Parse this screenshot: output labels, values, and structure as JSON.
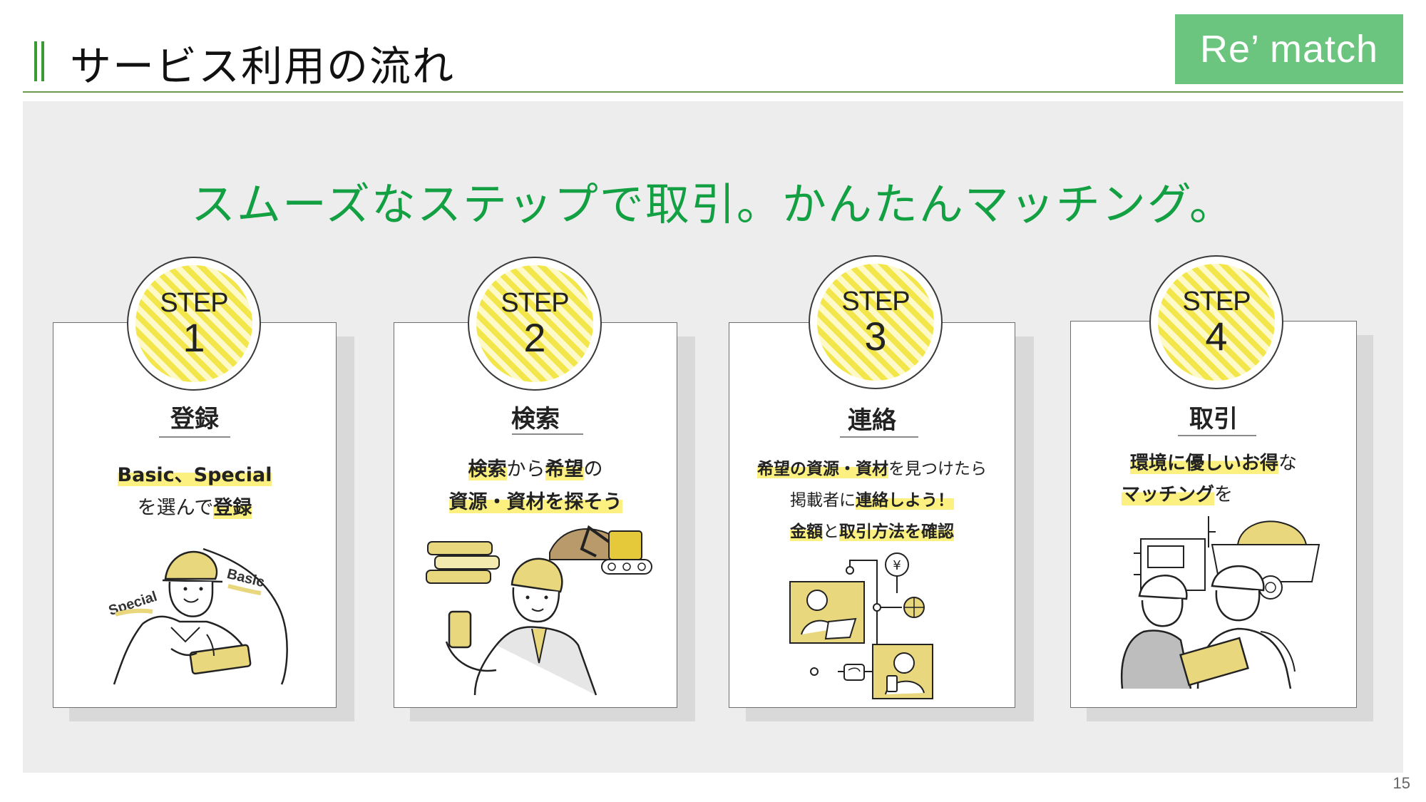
{
  "header": {
    "title": "サービス利用の流れ",
    "brand": "Re’ match"
  },
  "headline": "スムーズなステップで取引。かんたんマッチング。",
  "steps": [
    {
      "label": "STEP",
      "number": "1",
      "title": "登録",
      "lines": [
        [
          {
            "text": "Basic、Special",
            "hl": true
          }
        ],
        [
          {
            "text": "を選んで",
            "hl": false
          },
          {
            "text": "登録",
            "hl": true
          }
        ]
      ],
      "illus_labels": [
        "Special",
        "Basic"
      ]
    },
    {
      "label": "STEP",
      "number": "2",
      "title": "検索",
      "lines": [
        [
          {
            "text": "検索",
            "hl": true
          },
          {
            "text": "から",
            "hl": false
          },
          {
            "text": "希望",
            "hl": true
          },
          {
            "text": "の",
            "hl": false
          }
        ],
        [
          {
            "text": "資源・資材を探そう",
            "hl": true
          }
        ]
      ]
    },
    {
      "label": "STEP",
      "number": "3",
      "title": "連絡",
      "lines": [
        [
          {
            "text": "希望の資源・資材",
            "hl": true
          },
          {
            "text": "を見つけたら",
            "hl": false
          }
        ],
        [
          {
            "text": "掲載者に",
            "hl": false
          },
          {
            "text": "連絡しよう！",
            "hl": true
          }
        ],
        [
          {
            "text": "金額",
            "hl": true
          },
          {
            "text": "と",
            "hl": false
          },
          {
            "text": "取引方法を確認",
            "hl": true
          }
        ]
      ],
      "illus_labels": [
        "¥"
      ]
    },
    {
      "label": "STEP",
      "number": "4",
      "title": "取引",
      "lines": [
        [
          {
            "text": "環境に優しいお得",
            "hl": true
          },
          {
            "text": "な",
            "hl": false
          }
        ],
        [
          {
            "text": "マッチング",
            "hl": true
          },
          {
            "text": "を",
            "hl": false
          }
        ]
      ]
    }
  ],
  "page_number": "15",
  "colors": {
    "accent_green": "#12a043",
    "brand_green": "#6cc57f",
    "title_bar_green": "#3a9a33",
    "highlight_yellow": "#fbf080",
    "stripe_yellow": "#f2e64a",
    "panel_gray": "#ededed"
  }
}
